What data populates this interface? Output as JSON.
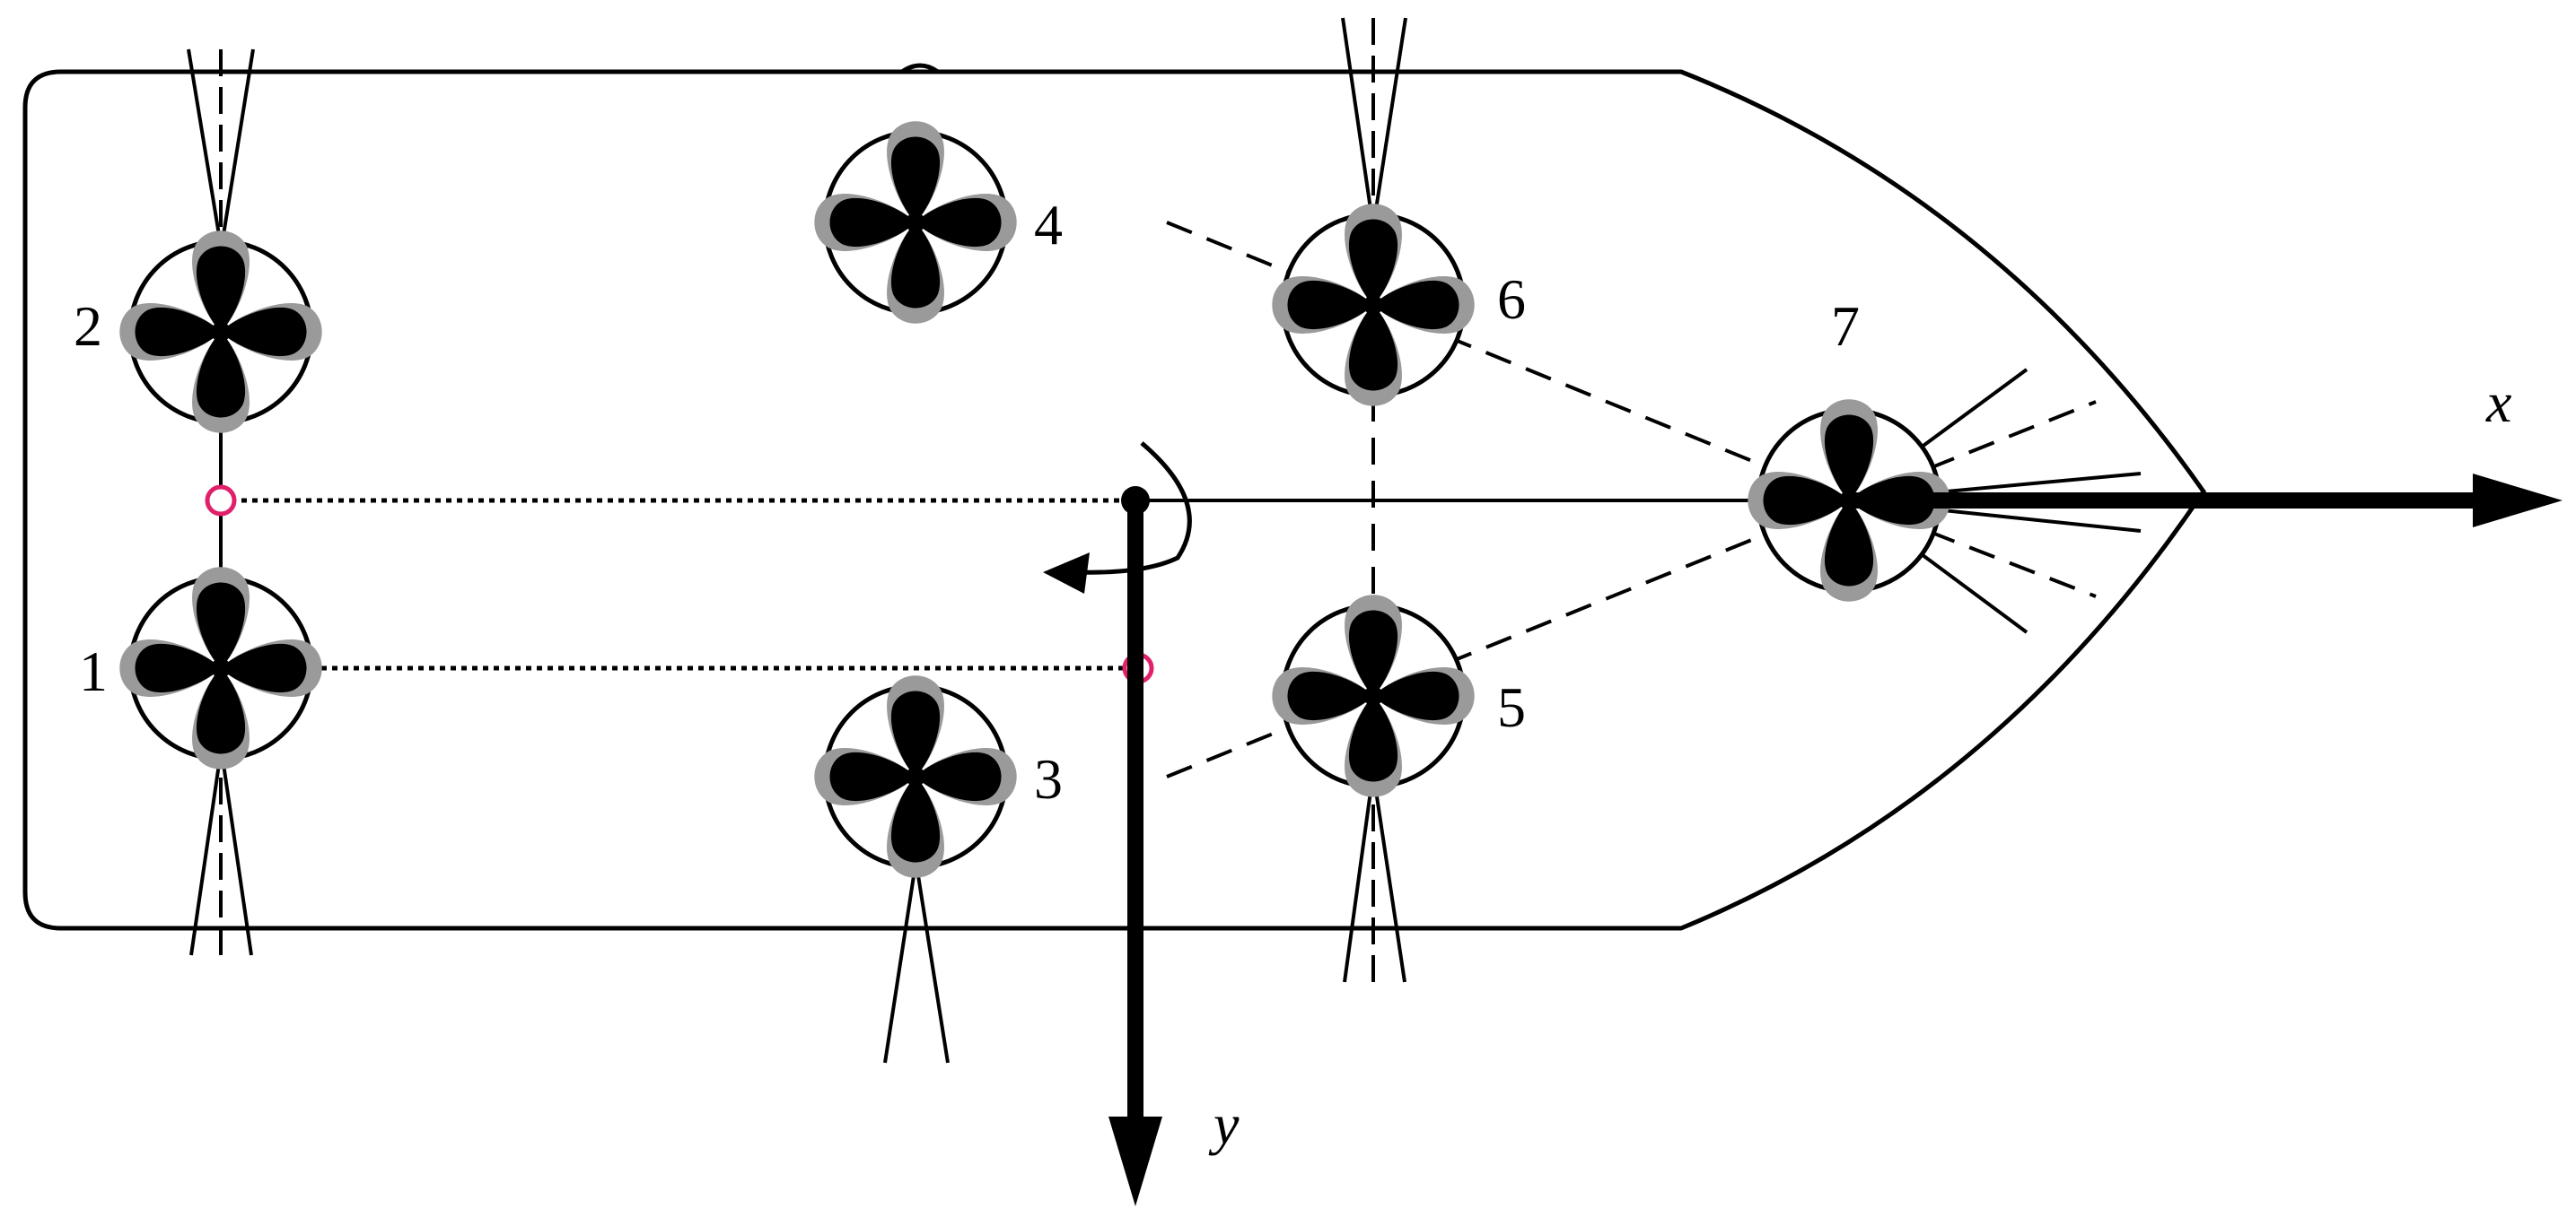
{
  "thrusters": [
    {
      "id": "1",
      "label": "1",
      "type": "azimuth"
    },
    {
      "id": "2",
      "label": "2",
      "type": "azimuth"
    },
    {
      "id": "3",
      "label": "3",
      "type": "azimuth"
    },
    {
      "id": "4",
      "label": "4",
      "type": "fixed"
    },
    {
      "id": "5",
      "label": "5",
      "type": "azimuth"
    },
    {
      "id": "6",
      "label": "6",
      "type": "azimuth"
    },
    {
      "id": "7",
      "label": "7",
      "type": "azimuth"
    }
  ],
  "axes": {
    "x_label": "x",
    "y_label": "y"
  },
  "colors": {
    "line": "#000000",
    "propeller_halo": "#9a9a9a",
    "marker": "#e0206a",
    "background": "#ffffff"
  }
}
